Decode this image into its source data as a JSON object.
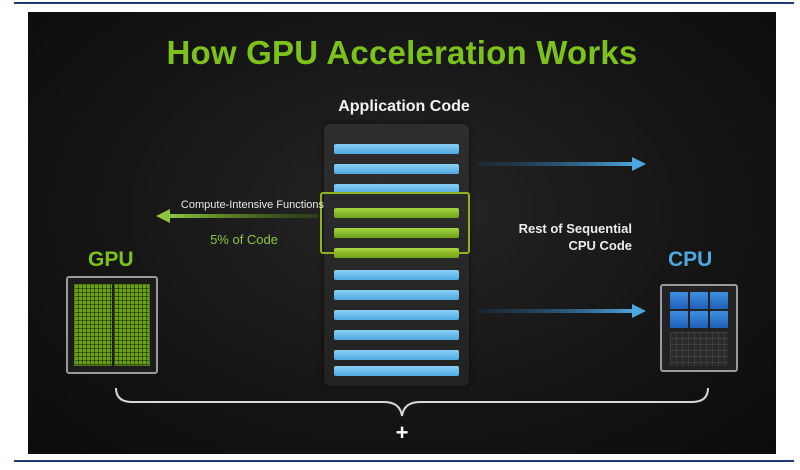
{
  "diagram": {
    "title": "How GPU Acceleration Works",
    "center_label": "Application Code",
    "left_arrow_label": "Compute-Intensive Functions",
    "left_arrow_sublabel": "5% of Code",
    "right_label_line1": "Rest of Sequential",
    "right_label_line2": "CPU Code",
    "gpu_label": "GPU",
    "cpu_label": "CPU",
    "plus_sign": "+",
    "colors": {
      "accent_green": "#7cc21a",
      "accent_blue": "#4ea8e0",
      "background": "#141414"
    },
    "code_blocks": [
      "sequential",
      "sequential",
      "sequential",
      "compute-intensive",
      "compute-intensive",
      "compute-intensive",
      "sequential",
      "sequential",
      "sequential",
      "sequential",
      "sequential",
      "sequential"
    ]
  }
}
